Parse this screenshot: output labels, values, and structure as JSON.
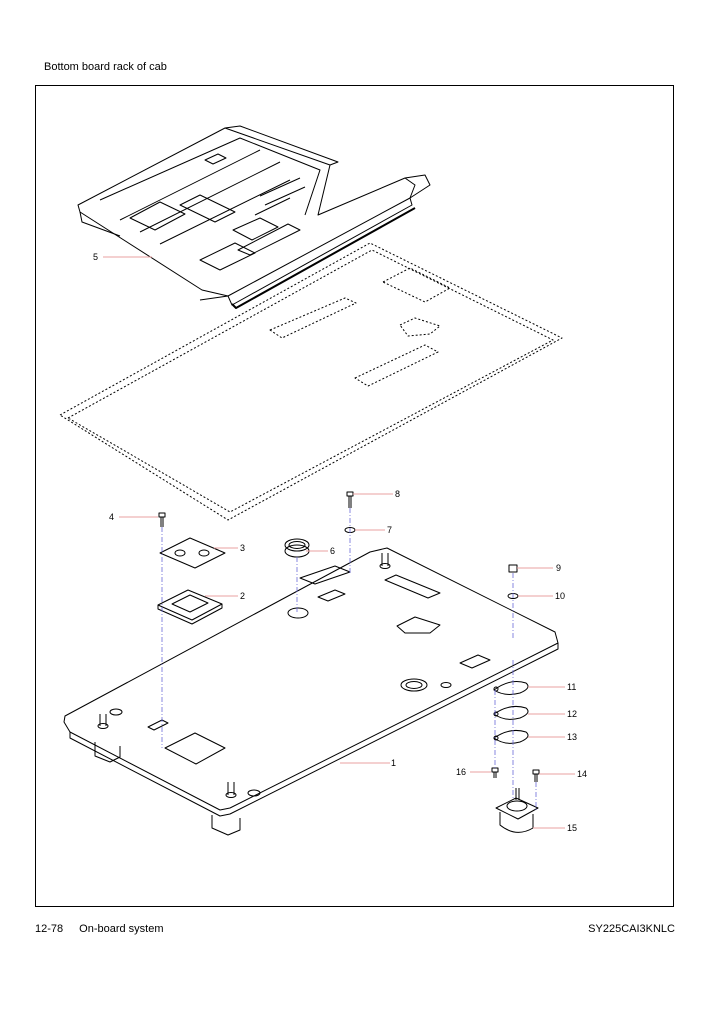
{
  "header": {
    "title": "Bottom board rack of cab"
  },
  "footer": {
    "page_number": "12-78",
    "section": "On-board system",
    "model": "SY225CAI3KNLC"
  },
  "callouts": {
    "c1": "1",
    "c2": "2",
    "c3": "3",
    "c4": "4",
    "c5": "5",
    "c6": "6",
    "c7": "7",
    "c8": "8",
    "c9": "9",
    "c10": "10",
    "c11": "11",
    "c12": "12",
    "c13": "13",
    "c14": "14",
    "c15": "15",
    "c16": "16"
  },
  "colors": {
    "leader": "#e8a0a0",
    "centerline": "#6a6ad8",
    "ink": "#000000"
  }
}
